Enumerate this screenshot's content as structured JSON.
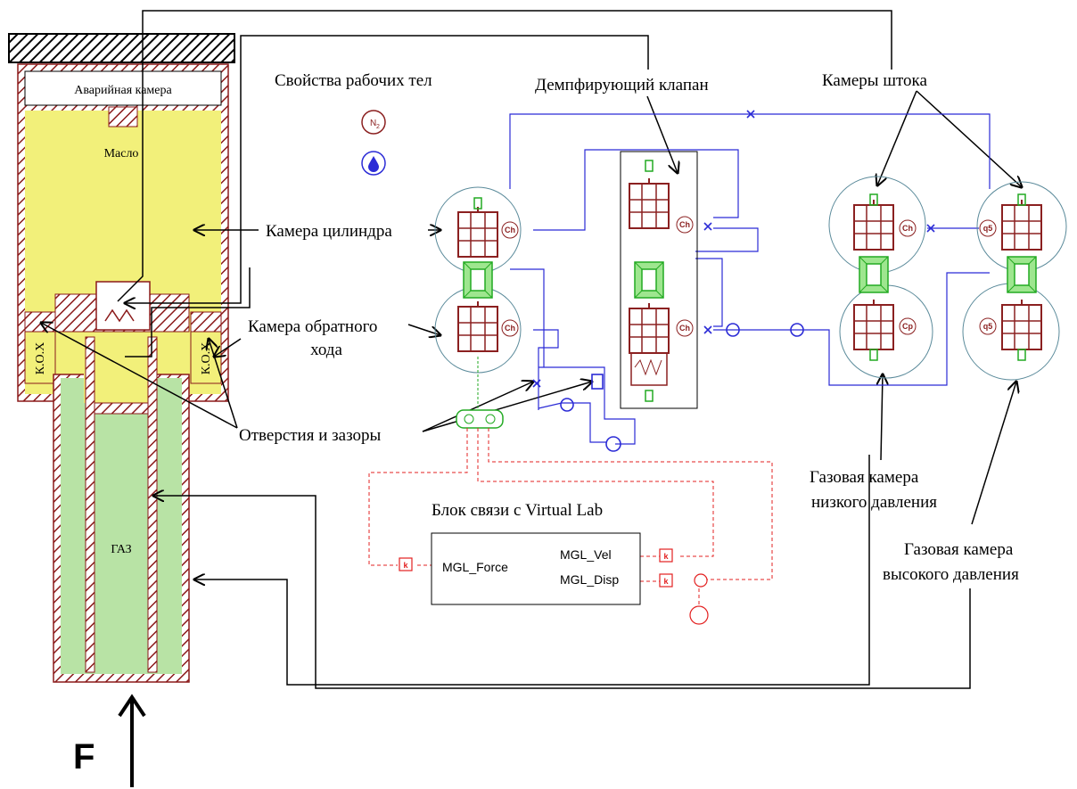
{
  "colors": {
    "hatch": "#8b1a1a",
    "oil": "#f2f07a",
    "gas": "#b8e3a5",
    "blue_line": "#2b2bd6",
    "red_line": "#e32020",
    "comp_brown": "#8b2020",
    "comp_green": "#22aa22",
    "circle": "#5a8a9a"
  },
  "cylinder": {
    "emergency_chamber": "Аварийная камера",
    "oil": "Масло",
    "gas": "ГАЗ",
    "rev_chamber_left": "К.О.Х",
    "rev_chamber_right": "К.О.Х",
    "force": "F"
  },
  "labels": {
    "fluid_props": "Свойства рабочих тел",
    "damping_valve": "Демпфирующий клапан",
    "rod_chambers": "Камеры штока",
    "cylinder_chamber": "Камера цилиндра",
    "reverse_chamber_1": "Камера обратного",
    "reverse_chamber_2": "хода",
    "holes_gaps": "Отверстия и зазоры",
    "vlab_block": "Блок связи с Virtual Lab",
    "low_gas_1": "Газовая камера",
    "low_gas_2": "низкого давления",
    "high_gas_1": "Газовая камера",
    "high_gas_2": "высокого давления"
  },
  "icons": {
    "n2": "N",
    "n2_sub": "2",
    "oil_drop": "oil-drop-icon"
  },
  "component_tags": {
    "ch": "Ch",
    "cp": "Cp",
    "qs": "q5",
    "k": "k"
  },
  "vlab": {
    "input": "MGL_Force",
    "out_vel": "MGL_Vel",
    "out_disp": "MGL_Disp"
  }
}
